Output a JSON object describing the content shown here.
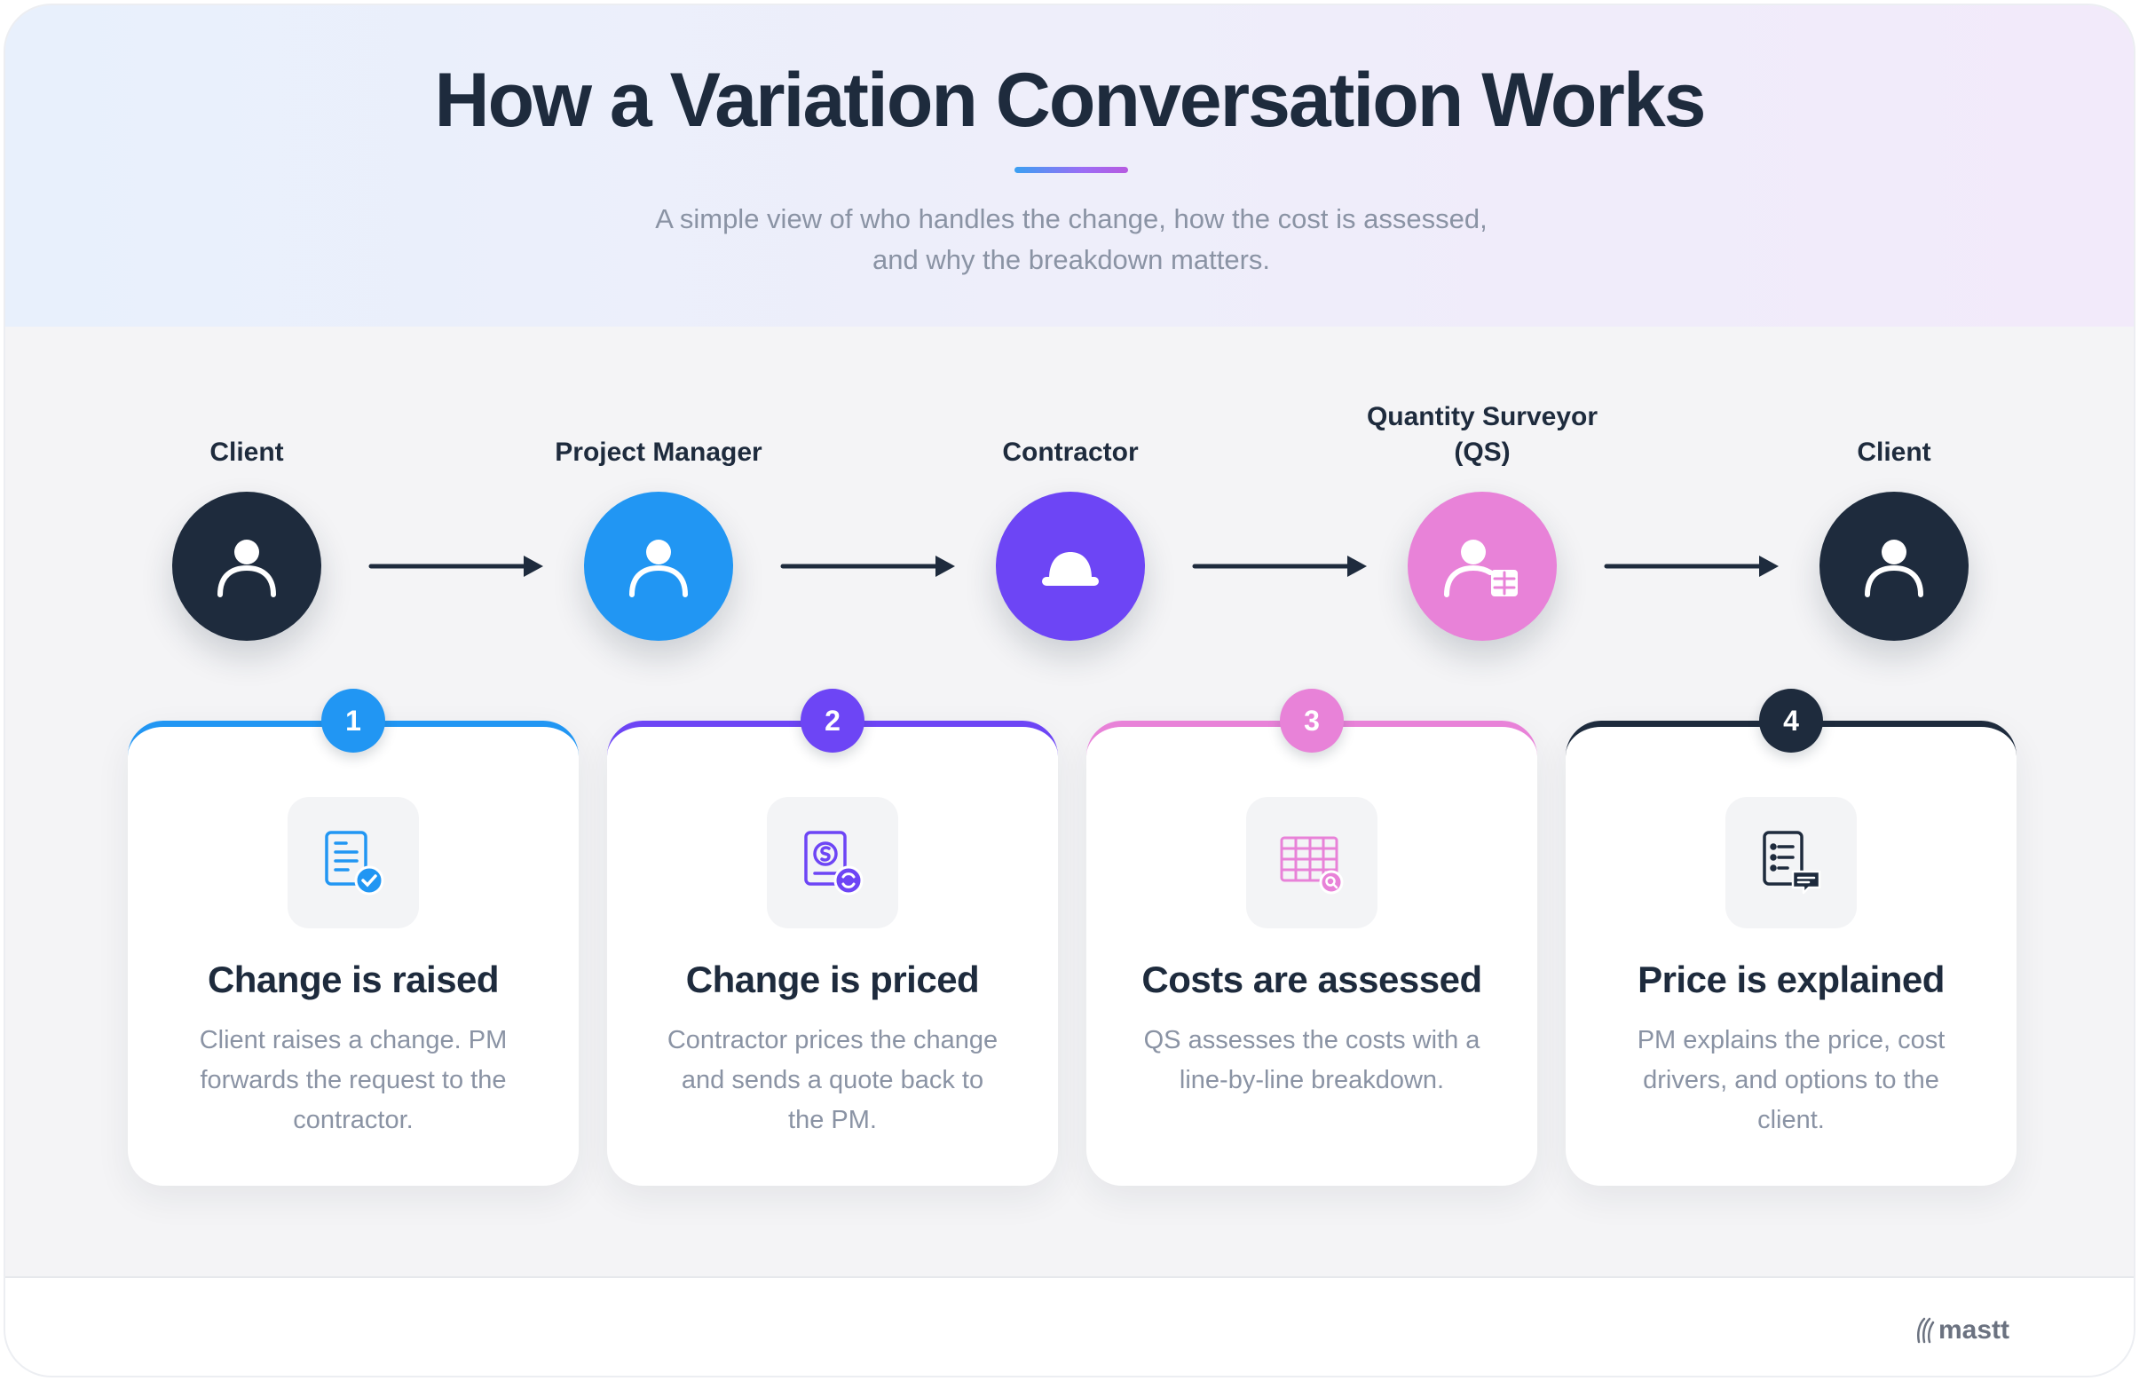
{
  "header": {
    "title": "How a Variation Conversation Works",
    "subtitle_line1": "A simple view of who handles the change, how the cost is assessed,",
    "subtitle_line2": "and why the breakdown matters."
  },
  "actors": [
    {
      "label": "Client",
      "color": "#1e2b3d",
      "icon": "person-icon"
    },
    {
      "label": "Project Manager",
      "color": "#2196f3",
      "icon": "person-icon"
    },
    {
      "label": "Contractor",
      "color": "#6d45f5",
      "icon": "hard-hat-icon"
    },
    {
      "label_line1": "Quantity Surveyor",
      "label_line2": "(QS)",
      "color": "#e882d8",
      "icon": "person-table-icon"
    },
    {
      "label": "Client",
      "color": "#1e2b3d",
      "icon": "person-icon"
    }
  ],
  "steps": [
    {
      "number": "1",
      "title": "Change is raised",
      "color": "#2196f3",
      "icon": "document-check-icon",
      "text": "Client raises a change. PM forwards the request to the contractor."
    },
    {
      "number": "2",
      "title": "Change is priced",
      "color": "#6d45f5",
      "icon": "price-quote-icon",
      "text": "Contractor prices the change and sends a quote back to the PM."
    },
    {
      "number": "3",
      "title": "Costs are assessed",
      "color": "#e882d8",
      "icon": "spreadsheet-search-icon",
      "text": "QS assesses the costs with a line-by-line breakdown."
    },
    {
      "number": "4",
      "title": "Price is explained",
      "color": "#1e2b3d",
      "icon": "checklist-comment-icon",
      "text": "PM explains the price, cost drivers, and options to the client."
    }
  ],
  "footer": {
    "brand": "mastt"
  }
}
